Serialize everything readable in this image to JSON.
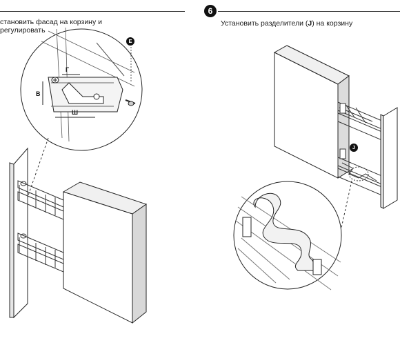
{
  "left_step": {
    "caption_line1": "станoвить фасад на корзину и",
    "caption_line2": "регулировать",
    "callout_letter": "E",
    "dimension_labels": {
      "g": "Г",
      "v": "В",
      "sh": "Ш"
    }
  },
  "right_step": {
    "number": "6",
    "caption_prefix": "Установить разделители (",
    "caption_bold": "J",
    "caption_suffix": ") на корзину",
    "callout_letter": "J"
  }
}
